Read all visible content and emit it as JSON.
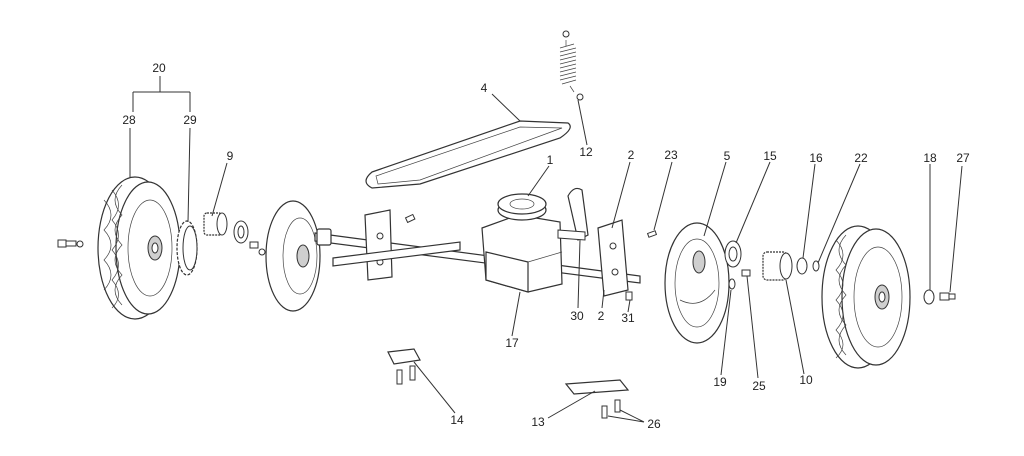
{
  "diagram": {
    "labels": {
      "l1": "1",
      "l2a": "2",
      "l2b": "2",
      "l4": "4",
      "l5": "5",
      "l9": "9",
      "l10": "10",
      "l12": "12",
      "l13": "13",
      "l14": "14",
      "l15": "15",
      "l16": "16",
      "l17": "17",
      "l18": "18",
      "l19": "19",
      "l20": "20",
      "l22": "22",
      "l23": "23",
      "l25": "25",
      "l26": "26",
      "l27": "27",
      "l28": "28",
      "l29": "29",
      "l30": "30",
      "l31": "31"
    }
  }
}
